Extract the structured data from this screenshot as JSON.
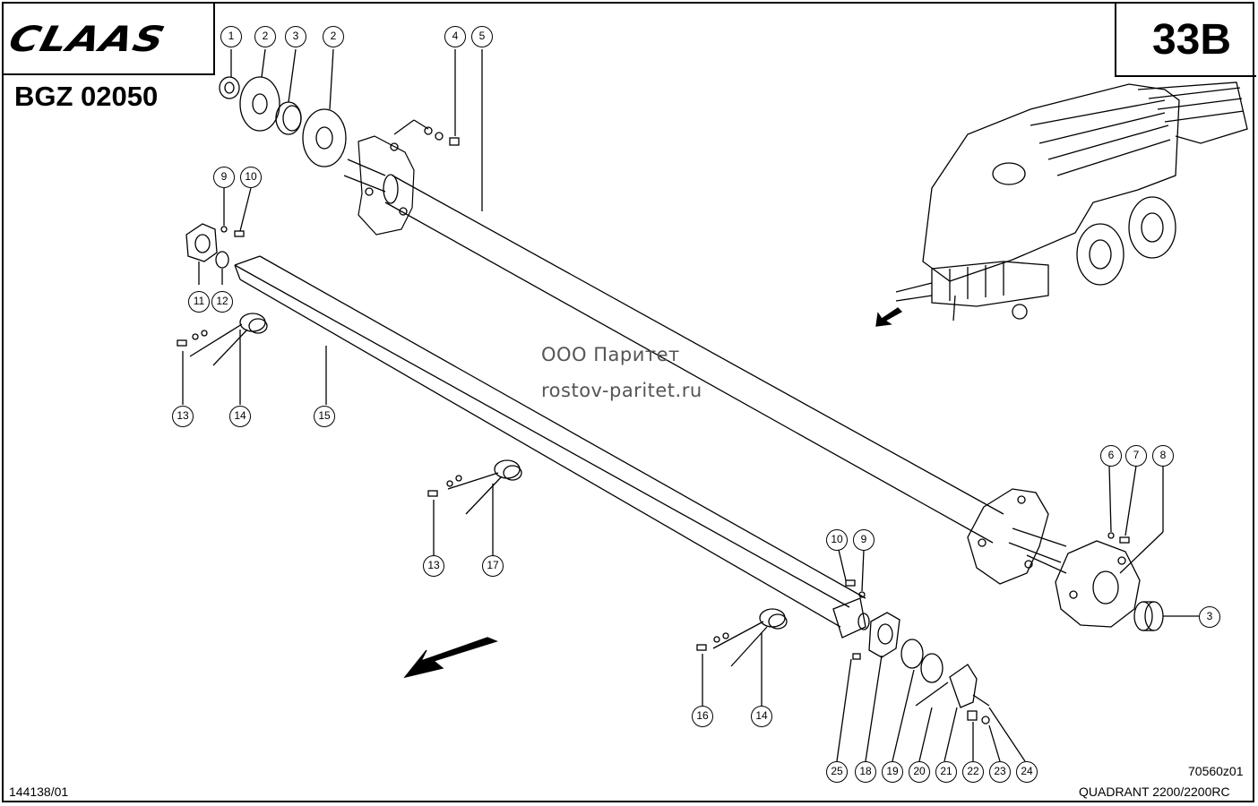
{
  "header": {
    "brand": "CLAAS",
    "doc_number": "BGZ 02050",
    "page_code": "33B"
  },
  "watermark": {
    "line1": "ООО Паритет",
    "line2": "rostov-paritet.ru"
  },
  "callouts": {
    "c1": "1",
    "c2a": "2",
    "c3a": "3",
    "c2b": "2",
    "c4": "4",
    "c5": "5",
    "c9a": "9",
    "c10a": "10",
    "c11": "11",
    "c12": "12",
    "c13a": "13",
    "c14a": "14",
    "c15": "15",
    "c13b": "13",
    "c17": "17",
    "c6": "6",
    "c7": "7",
    "c8": "8",
    "c3b": "3",
    "c10b": "10",
    "c9b": "9",
    "c16": "16",
    "c14b": "14",
    "c25": "25",
    "c18": "18",
    "c19": "19",
    "c20": "20",
    "c21": "21",
    "c22": "22",
    "c23": "23",
    "c24": "24"
  },
  "footer": {
    "left_code": "144138/01",
    "drawing_code": "70560z01",
    "model": "QUADRANT 2200/2200RC"
  }
}
